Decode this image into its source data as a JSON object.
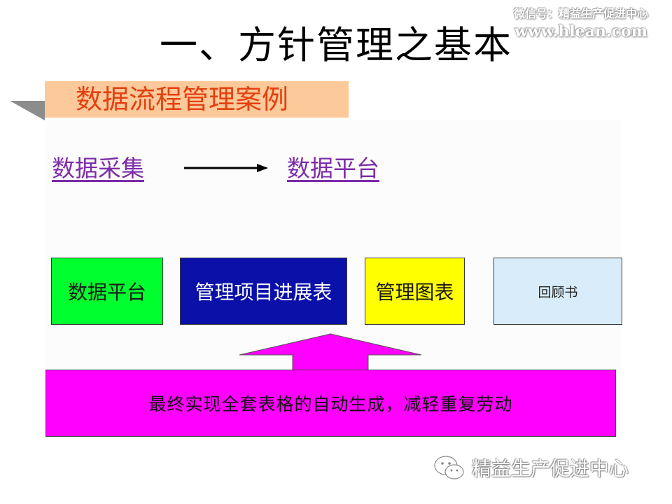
{
  "slide": {
    "title": "一、方针管理之基本",
    "subtitle": "数据流程管理案例"
  },
  "watermark_top": {
    "line1": "微信号：精益生产促进中心",
    "line2": "www.hlean.com"
  },
  "flow": {
    "source_label": "数据采集",
    "target_label": "数据平台"
  },
  "boxes": [
    {
      "label": "数据平台",
      "color": "#00ff2e"
    },
    {
      "label": "管理项目进展表",
      "color": "#0a10a8"
    },
    {
      "label": "管理图表",
      "color": "#ffff00"
    },
    {
      "label": "回顾书",
      "color": "#d8ecfa"
    }
  ],
  "banner": {
    "text": "最终实现全套表格的自动生成，减轻重复劳动",
    "color": "#ff00ff"
  },
  "watermark_bottom": {
    "text": "精益生产促进中心",
    "icon": "wechat-logo-icon"
  },
  "colors": {
    "subtitle_bg": "#fcc99a",
    "subtitle_text": "#e34010",
    "link": "#7d2ba8"
  }
}
